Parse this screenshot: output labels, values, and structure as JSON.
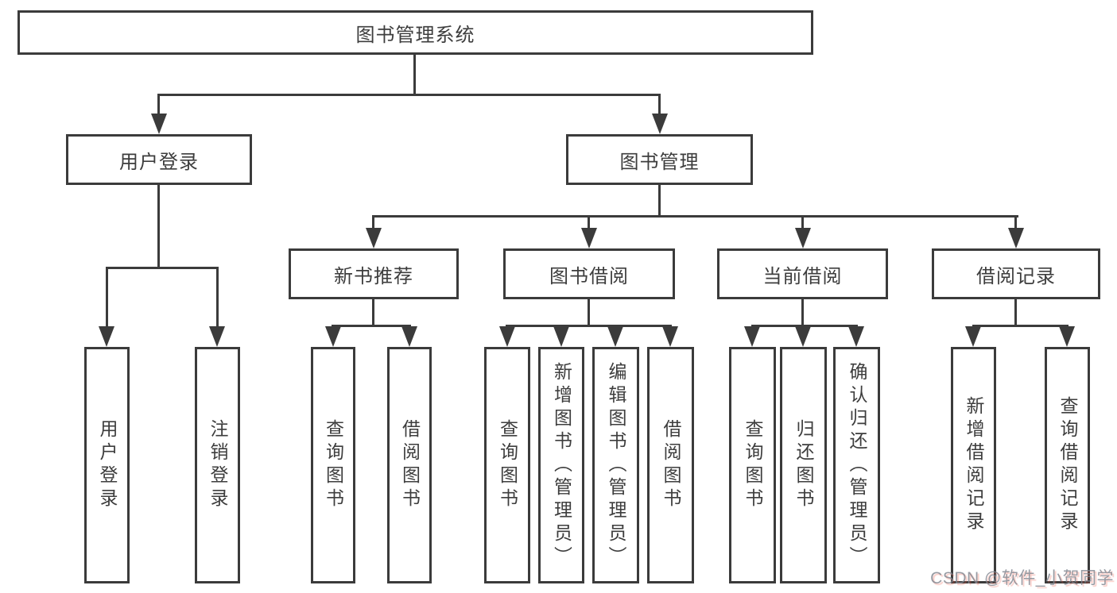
{
  "diagram": {
    "root": {
      "label": "图书管理系统"
    },
    "branches": [
      {
        "label": "用户登录",
        "children": [
          {
            "label": "用户登录"
          },
          {
            "label": "注销登录"
          }
        ]
      },
      {
        "label": "图书管理",
        "children": [
          {
            "label": "新书推荐",
            "children": [
              {
                "label": "查询图书"
              },
              {
                "label": "借阅图书"
              }
            ]
          },
          {
            "label": "图书借阅",
            "children": [
              {
                "label": "查询图书"
              },
              {
                "label": "新增图书（管理员）"
              },
              {
                "label": "编辑图书（管理员）"
              },
              {
                "label": "借阅图书"
              }
            ]
          },
          {
            "label": "当前借阅",
            "children": [
              {
                "label": "查询图书"
              },
              {
                "label": "归还图书"
              },
              {
                "label": "确认归还（管理员）"
              }
            ]
          },
          {
            "label": "借阅记录",
            "children": [
              {
                "label": "新增借阅记录"
              },
              {
                "label": "查询借阅记录"
              }
            ]
          }
        ]
      }
    ]
  },
  "watermark": {
    "text": "CSDN @软件_小贺同学"
  },
  "colors": {
    "line": "#3b3b3b",
    "text": "#3d3d3d",
    "background": "#ffffff"
  }
}
